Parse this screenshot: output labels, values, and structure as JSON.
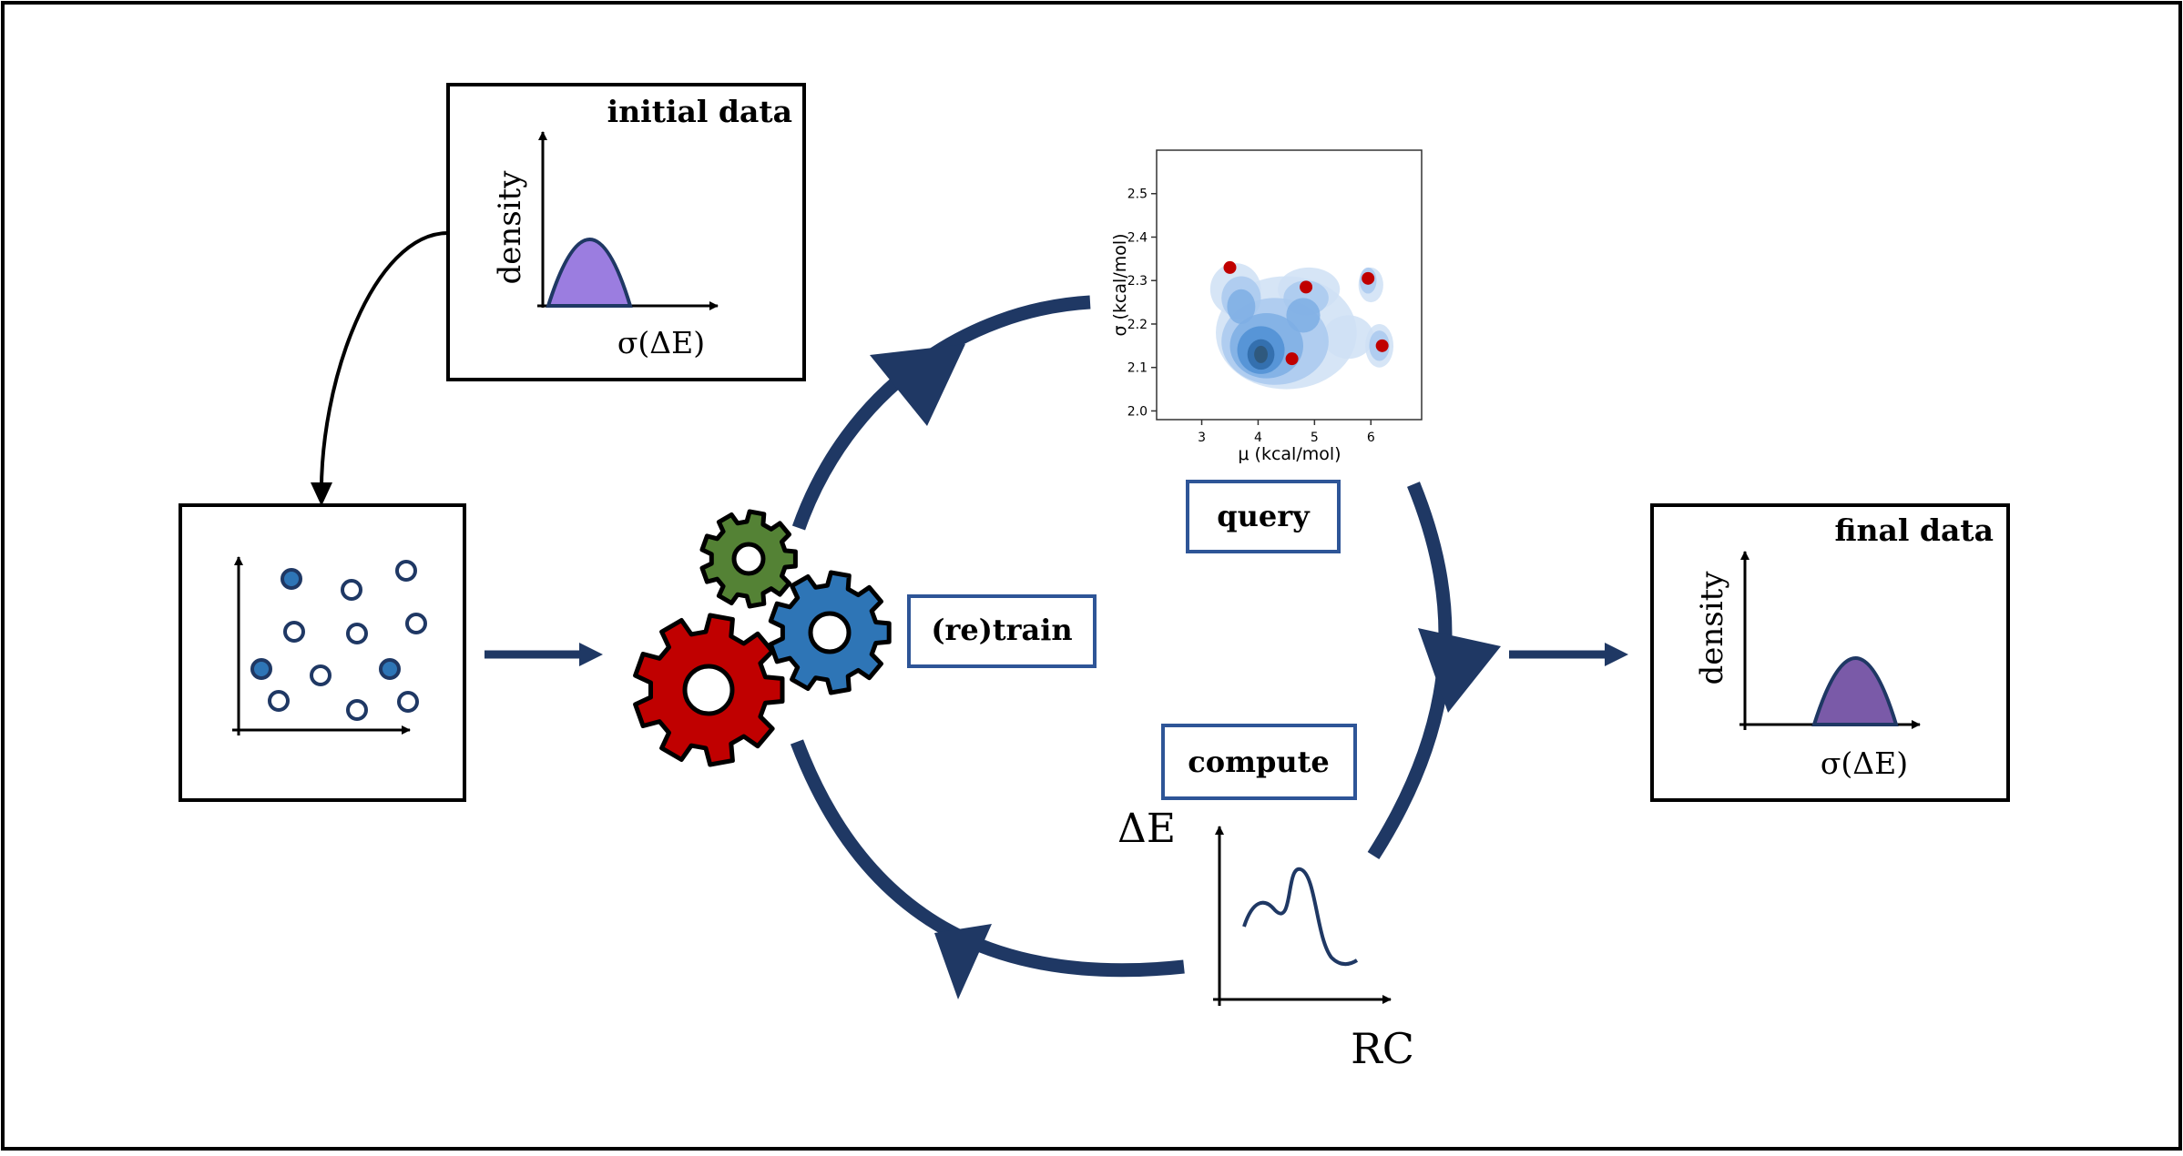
{
  "colors": {
    "navy": "#1f3864",
    "box_blue": "#2e5597",
    "purple_initial": "#9b7de0",
    "purple_final": "#7a5aa8",
    "gear_red": "#c00000",
    "gear_blue": "#2e75b6",
    "gear_green": "#548235",
    "point_red": "#c00000",
    "scatter_blue": "#2e75b6"
  },
  "icons": [
    "gear-icon",
    "arrow-icon"
  ],
  "initial_data": {
    "title": "initial data",
    "ylabel": "density",
    "xlabel": "σ(ΔE)"
  },
  "final_data": {
    "title": "final data",
    "ylabel": "density",
    "xlabel": "σ(ΔE)"
  },
  "labels": {
    "retrain": "(re)train",
    "query": "query",
    "compute": "compute"
  },
  "energy_plot": {
    "ylabel": "ΔE",
    "xlabel": "RC"
  },
  "chart_data": {
    "type": "scatter",
    "xlabel": "μ (kcal/mol)",
    "ylabel": "σ (kcal/mol)",
    "xlim": [
      2.2,
      6.9
    ],
    "ylim": [
      1.98,
      2.6
    ],
    "x_ticks": [
      "3",
      "4",
      "5",
      "6"
    ],
    "x_tick_values": [
      3,
      4,
      5,
      6
    ],
    "y_ticks": [
      "2.0",
      "2.1",
      "2.2",
      "2.3",
      "2.4",
      "2.5"
    ],
    "y_tick_values": [
      2.0,
      2.1,
      2.2,
      2.3,
      2.4,
      2.5
    ],
    "points": [
      {
        "x": 3.5,
        "y": 2.33
      },
      {
        "x": 4.85,
        "y": 2.285
      },
      {
        "x": 5.95,
        "y": 2.305
      },
      {
        "x": 4.6,
        "y": 2.12
      },
      {
        "x": 6.2,
        "y": 2.15
      }
    ],
    "density_peak": {
      "x": 4.05,
      "y": 2.13
    }
  }
}
